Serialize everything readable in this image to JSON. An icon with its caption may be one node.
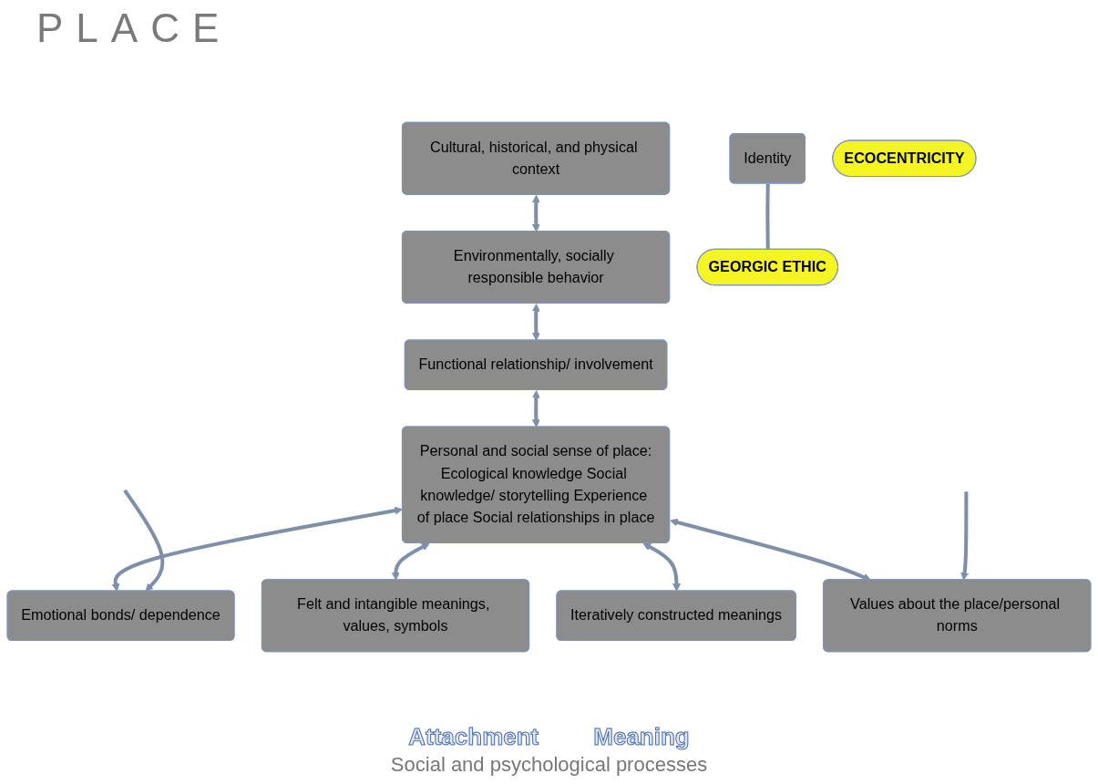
{
  "diagram": {
    "title": "PLACE",
    "caption": "Social and psychological processes",
    "nodes": [
      {
        "text": [
          "Cultural, historical, and physical context"
        ]
      },
      {
        "text": [
          "Environmentally, socially responsible behavior"
        ]
      },
      {
        "text": [
          "Identity"
        ]
      },
      {
        "text": [
          "GEORGIC ETHIC"
        ]
      },
      {
        "text": [
          "Functional relationship/ involvement"
        ]
      },
      {
        "text": [
          "ECOCENTRICITY"
        ]
      },
      {
        "text": [
          "Personal and social sense of place:",
          "Ecological knowledge Social knowledge/ storytelling Experience of place Social relationships in place"
        ]
      },
      {
        "text": [
          "Emotional bonds/ dependence"
        ]
      },
      {
        "text": [
          "Felt and intangible meanings, values, symbols"
        ]
      },
      {
        "text": [
          "Iteratively constructed meanings"
        ]
      },
      {
        "text": [
          "Values about the place/personal norms"
        ]
      }
    ],
    "edges": [
      {
        "from": 0,
        "to": 1,
        "arrow": "both"
      },
      {
        "from": 1,
        "to": 4,
        "arrow": "both"
      },
      {
        "from": 2,
        "to": 3,
        "arrow": "none"
      },
      {
        "from": 4,
        "to": 6,
        "arrow": "both"
      },
      {
        "from": 6,
        "to": 7,
        "arrow": "both"
      },
      {
        "from": 6,
        "to": 8,
        "arrow": "both"
      },
      {
        "from": 6,
        "to": 9,
        "arrow": "both"
      },
      {
        "from": 6,
        "to": 10,
        "arrow": "both"
      },
      {
        "from": null,
        "to": 7,
        "arrow": "to"
      },
      {
        "from": null,
        "to": 10,
        "arrow": "to"
      }
    ],
    "labels": [
      "Attachment",
      "Meaning"
    ]
  }
}
